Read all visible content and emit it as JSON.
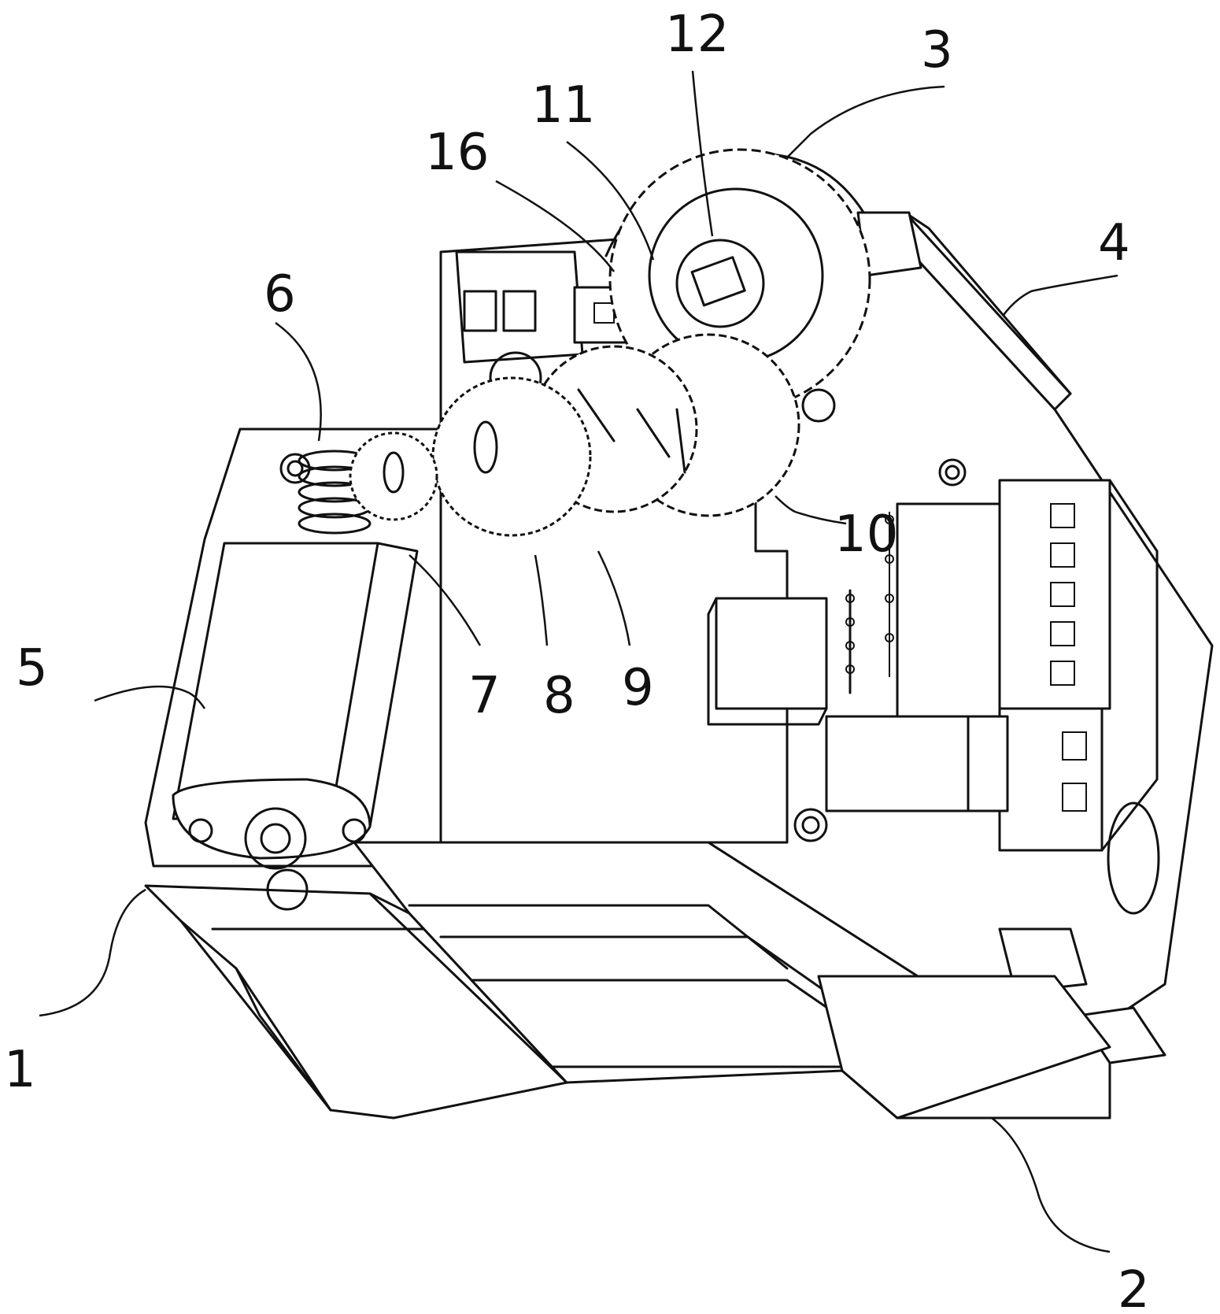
{
  "figure": {
    "labels": [
      {
        "id": "label-12",
        "text": "12"
      },
      {
        "id": "label-3",
        "text": "3"
      },
      {
        "id": "label-11",
        "text": "11"
      },
      {
        "id": "label-16",
        "text": "16"
      },
      {
        "id": "label-4",
        "text": "4"
      },
      {
        "id": "label-6",
        "text": "6"
      },
      {
        "id": "label-10",
        "text": "10"
      },
      {
        "id": "label-5",
        "text": "5"
      },
      {
        "id": "label-7",
        "text": "7"
      },
      {
        "id": "label-8",
        "text": "8"
      },
      {
        "id": "label-9",
        "text": "9"
      },
      {
        "id": "label-1",
        "text": "1"
      },
      {
        "id": "label-2",
        "text": "2"
      }
    ]
  }
}
